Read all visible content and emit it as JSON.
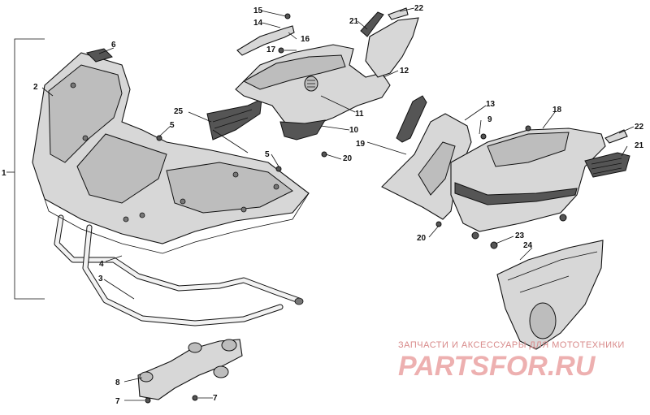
{
  "diagram": {
    "callouts": [
      {
        "id": "c1",
        "text": "1"
      },
      {
        "id": "c2",
        "text": "2"
      },
      {
        "id": "c3",
        "text": "3"
      },
      {
        "id": "c4",
        "text": "4"
      },
      {
        "id": "c5a",
        "text": "5"
      },
      {
        "id": "c5b",
        "text": "5"
      },
      {
        "id": "c6",
        "text": "6"
      },
      {
        "id": "c7a",
        "text": "7"
      },
      {
        "id": "c7b",
        "text": "7"
      },
      {
        "id": "c8",
        "text": "8"
      },
      {
        "id": "c9",
        "text": "9"
      },
      {
        "id": "c10",
        "text": "10"
      },
      {
        "id": "c11",
        "text": "11"
      },
      {
        "id": "c12",
        "text": "12"
      },
      {
        "id": "c13",
        "text": "13"
      },
      {
        "id": "c14",
        "text": "14"
      },
      {
        "id": "c15",
        "text": "15"
      },
      {
        "id": "c16",
        "text": "16"
      },
      {
        "id": "c17",
        "text": "17"
      },
      {
        "id": "c18",
        "text": "18"
      },
      {
        "id": "c19",
        "text": "19"
      },
      {
        "id": "c20a",
        "text": "20"
      },
      {
        "id": "c20b",
        "text": "20"
      },
      {
        "id": "c21a",
        "text": "21"
      },
      {
        "id": "c21b",
        "text": "21"
      },
      {
        "id": "c22a",
        "text": "22"
      },
      {
        "id": "c22b",
        "text": "22"
      },
      {
        "id": "c23",
        "text": "23"
      },
      {
        "id": "c24",
        "text": "24"
      },
      {
        "id": "c25",
        "text": "25"
      }
    ]
  },
  "watermark": {
    "tagline": "ЗАПЧАСТИ И АКСЕССУАРЫ ДЛЯ МОТОТЕХНИКИ",
    "logo": "PARTSFOR.RU"
  }
}
